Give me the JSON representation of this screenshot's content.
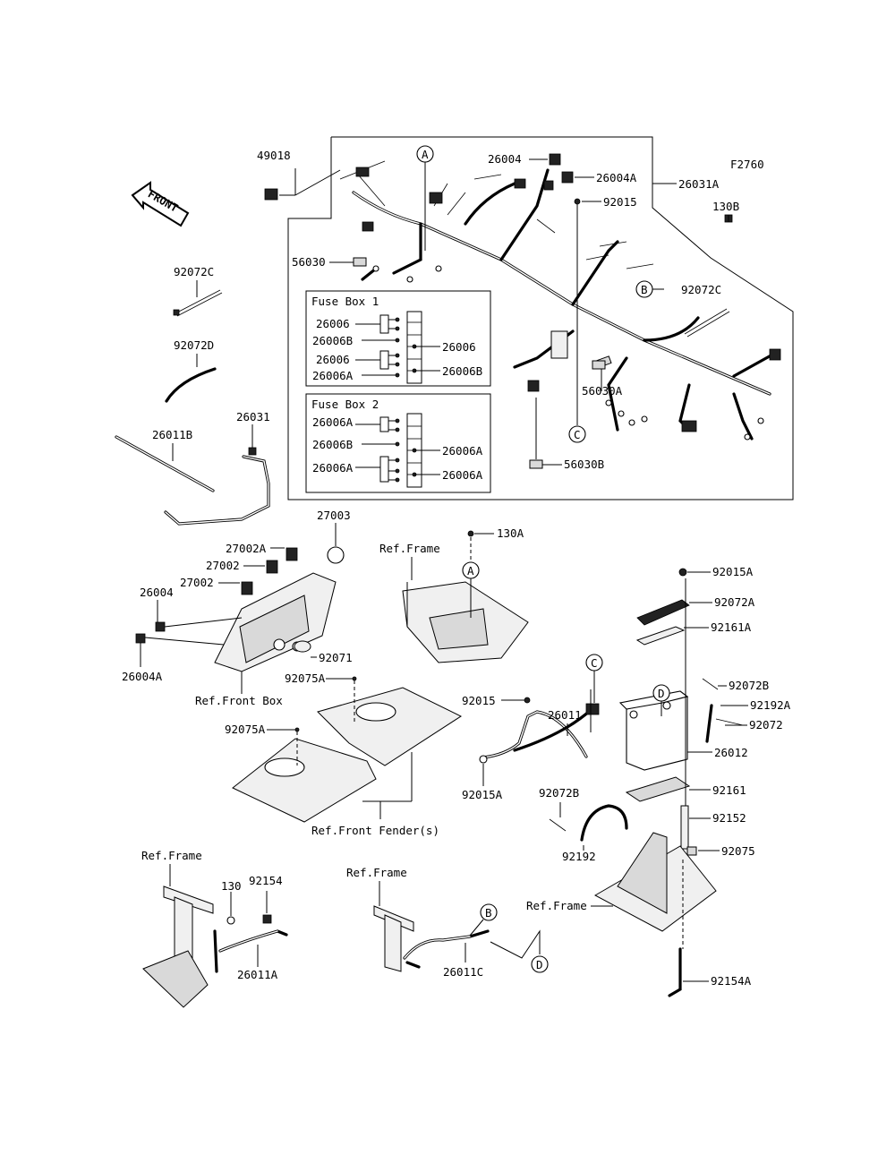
{
  "figure_code": "F2760",
  "front_label": "FRONT",
  "callouts": {
    "a": "A",
    "b": "B",
    "c": "C",
    "d": "D"
  },
  "fuse_box_1": {
    "title": "Fuse Box 1",
    "left_labels": [
      "26006",
      "26006B",
      "26006",
      "26006A"
    ],
    "right_labels": [
      "26006",
      "26006B"
    ]
  },
  "fuse_box_2": {
    "title": "Fuse Box 2",
    "left_labels": [
      "26006A",
      "26006B",
      "26006A"
    ],
    "right_labels": [
      "26006A",
      "26006A"
    ]
  },
  "labels": {
    "p49018": "49018",
    "p26004_top": "26004",
    "p26004A_top": "26004A",
    "p92015_top": "92015",
    "p26031A": "26031A",
    "p130B": "130B",
    "p92072C_right": "92072C",
    "p56030": "56030",
    "p56030A": "56030A",
    "p56030B": "56030B",
    "p92072C_left": "92072C",
    "p92072D": "92072D",
    "p26031": "26031",
    "p26011B": "26011B",
    "p27003": "27003",
    "p27002A": "27002A",
    "p27002_a": "27002",
    "p27002_b": "27002",
    "p26004_left": "26004",
    "p26004A_left": "26004A",
    "p92071": "92071",
    "ref_front_box": "Ref.Front Box",
    "p92075A_a": "92075A",
    "p92075A_b": "92075A",
    "ref_front_fender": "Ref.Front Fender(s)",
    "ref_frame_mid": "Ref.Frame",
    "p130A": "130A",
    "p92015_mid": "92015",
    "p26011": "26011",
    "p92015A_mid": "92015A",
    "p92015A_right": "92015A",
    "p92072A": "92072A",
    "p92161A": "92161A",
    "p92072B_right": "92072B",
    "p92192A": "92192A",
    "p92072": "92072",
    "p26012": "26012",
    "p92072B_mid": "92072B",
    "p92161": "92161",
    "p92192": "92192",
    "p92152": "92152",
    "p92075": "92075",
    "ref_frame_right": "Ref.Frame",
    "p92154A": "92154A",
    "ref_frame_bl": "Ref.Frame",
    "p130": "130",
    "p92154": "92154",
    "p26011A": "26011A",
    "ref_frame_bm": "Ref.Frame",
    "p26011C": "26011C"
  }
}
